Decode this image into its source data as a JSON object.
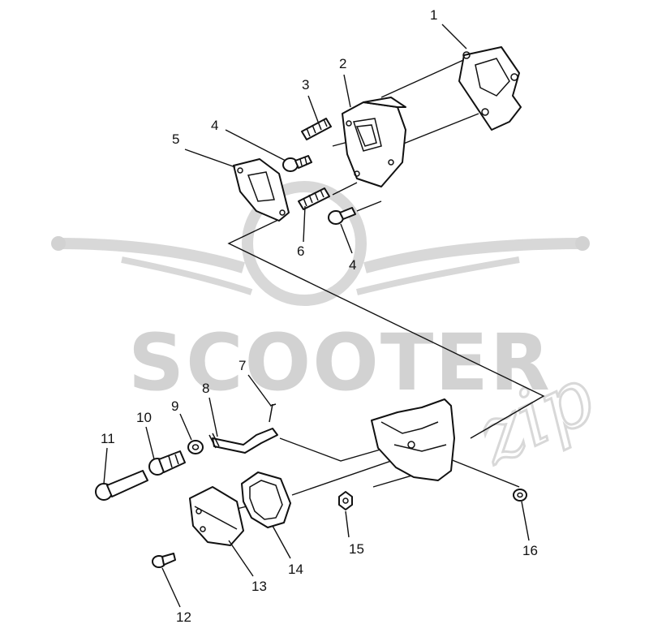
{
  "watermark": {
    "brand": "SCOOTER",
    "suffix": "zip"
  },
  "labels": {
    "p1": "1",
    "p2": "2",
    "p3": "3",
    "p4a": "4",
    "p4b": "4",
    "p5": "5",
    "p6": "6",
    "p7": "7",
    "p8": "8",
    "p9": "9",
    "p10": "10",
    "p11": "11",
    "p12": "12",
    "p13": "13",
    "p14": "14",
    "p15": "15",
    "p16": "16"
  }
}
